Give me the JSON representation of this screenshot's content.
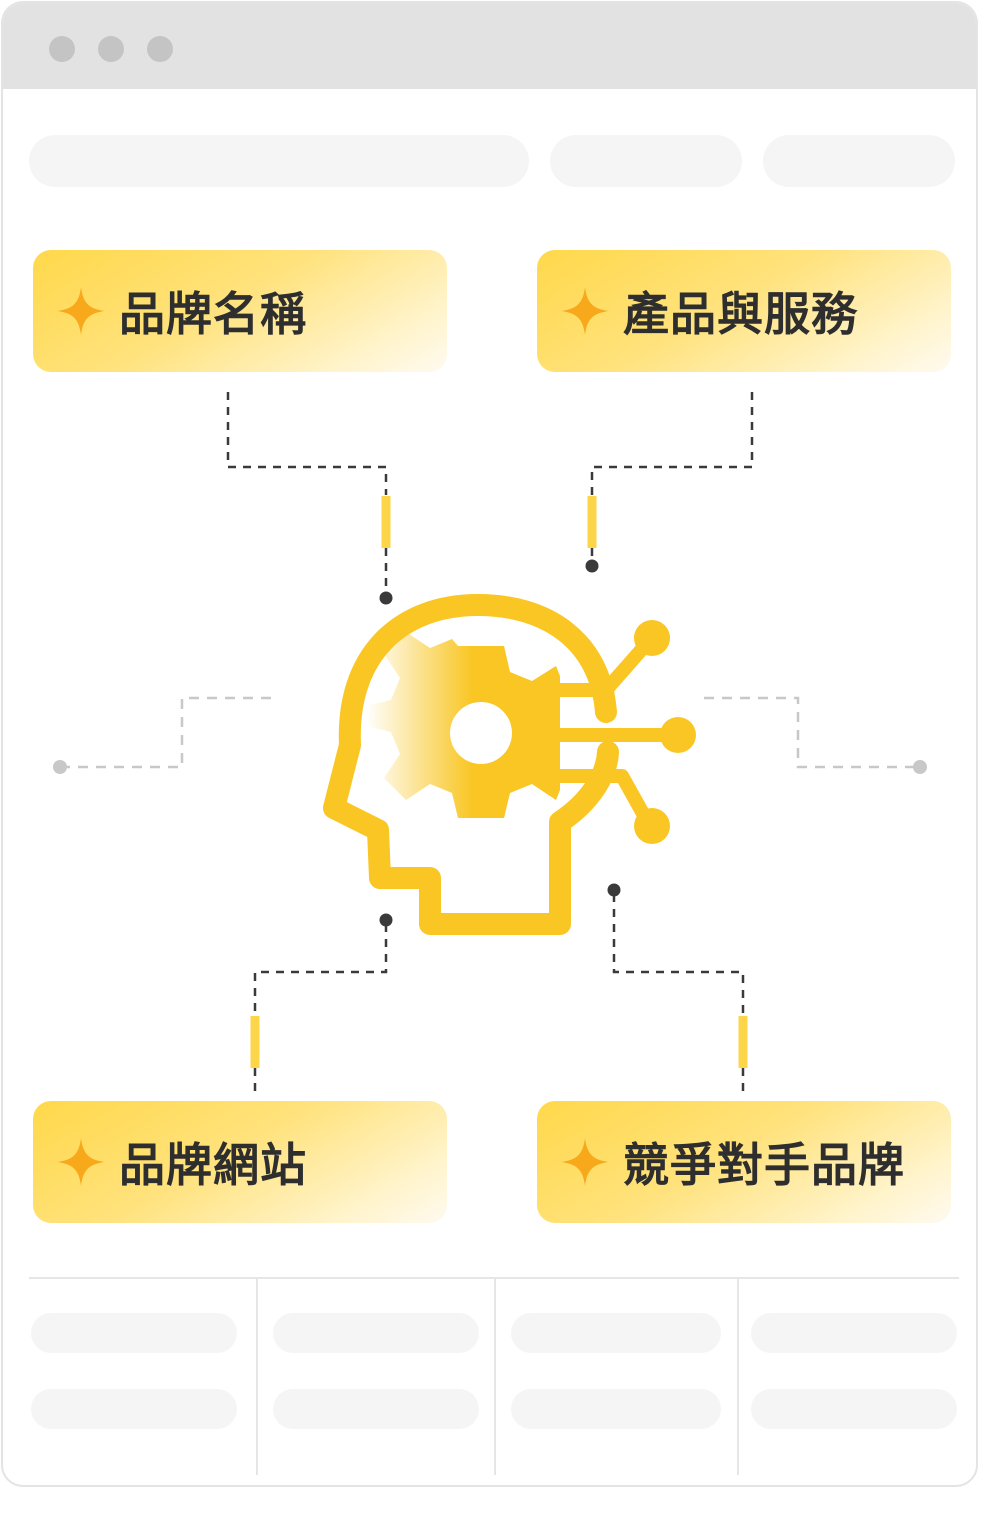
{
  "cards": {
    "brand_name": "品牌名稱",
    "products_services": "產品與服務",
    "brand_website": "品牌網站",
    "competitor_brands": "競爭對手品牌"
  },
  "icons": {
    "card_icon": "sparkle-icon",
    "center_icon": "ai-head-gear-icon"
  },
  "colors": {
    "accent": "#f9c623",
    "sparkle": "#f7a91b",
    "card_gradient_start": "#ffd84a",
    "card_gradient_end": "#fffaf0",
    "connector_dark": "#3a3a3a",
    "connector_light": "#c8c8c8",
    "placeholder": "#f5f5f5",
    "titlebar": "#e2e2e2"
  }
}
